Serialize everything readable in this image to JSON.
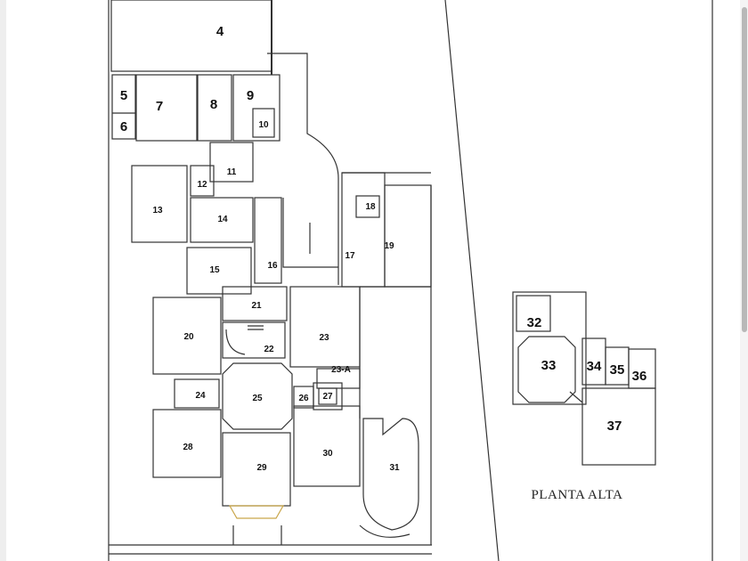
{
  "plan": {
    "upper_floor_title": "PLANTA ALTA",
    "rooms": [
      {
        "id": "r4",
        "label": "4"
      },
      {
        "id": "r5",
        "label": "5"
      },
      {
        "id": "r6",
        "label": "6"
      },
      {
        "id": "r7",
        "label": "7"
      },
      {
        "id": "r8",
        "label": "8"
      },
      {
        "id": "r9",
        "label": "9"
      },
      {
        "id": "r10",
        "label": "10"
      },
      {
        "id": "r11",
        "label": "11"
      },
      {
        "id": "r12",
        "label": "12"
      },
      {
        "id": "r13",
        "label": "13"
      },
      {
        "id": "r14",
        "label": "14"
      },
      {
        "id": "r15",
        "label": "15"
      },
      {
        "id": "r16",
        "label": "16"
      },
      {
        "id": "r17",
        "label": "17"
      },
      {
        "id": "r18",
        "label": "18"
      },
      {
        "id": "r19",
        "label": "19"
      },
      {
        "id": "r20",
        "label": "20"
      },
      {
        "id": "r21",
        "label": "21"
      },
      {
        "id": "r22",
        "label": "22"
      },
      {
        "id": "r23",
        "label": "23"
      },
      {
        "id": "r23a",
        "label": "23-A"
      },
      {
        "id": "r24",
        "label": "24"
      },
      {
        "id": "r25",
        "label": "25"
      },
      {
        "id": "r26",
        "label": "26"
      },
      {
        "id": "r27",
        "label": "27"
      },
      {
        "id": "r28",
        "label": "28"
      },
      {
        "id": "r29",
        "label": "29"
      },
      {
        "id": "r30",
        "label": "30"
      },
      {
        "id": "r31",
        "label": "31"
      },
      {
        "id": "r32",
        "label": "32"
      },
      {
        "id": "r33",
        "label": "33"
      },
      {
        "id": "r34",
        "label": "34"
      },
      {
        "id": "r35",
        "label": "35"
      },
      {
        "id": "r36",
        "label": "36"
      },
      {
        "id": "r37",
        "label": "37"
      }
    ]
  }
}
